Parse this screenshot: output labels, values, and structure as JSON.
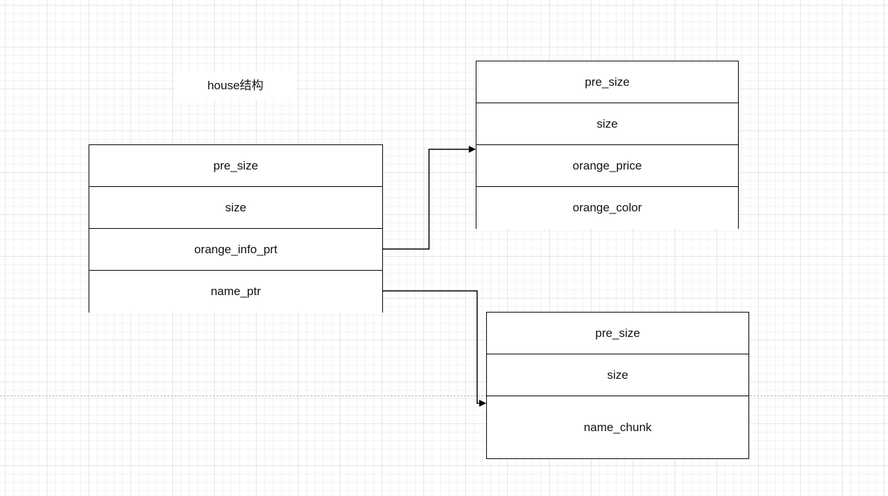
{
  "diagram": {
    "title": "house结构",
    "house_struct": {
      "fields": [
        "pre_size",
        "size",
        "orange_info_prt",
        "name_ptr"
      ]
    },
    "orange_struct": {
      "fields": [
        "pre_size",
        "size",
        "orange_price",
        "orange_color"
      ]
    },
    "name_chunk_struct": {
      "fields": [
        "pre_size",
        "size",
        "name_chunk"
      ]
    },
    "connections": [
      {
        "from": "orange_info_prt",
        "to": "orange_struct"
      },
      {
        "from": "name_ptr",
        "to": "name_chunk_struct"
      }
    ]
  }
}
